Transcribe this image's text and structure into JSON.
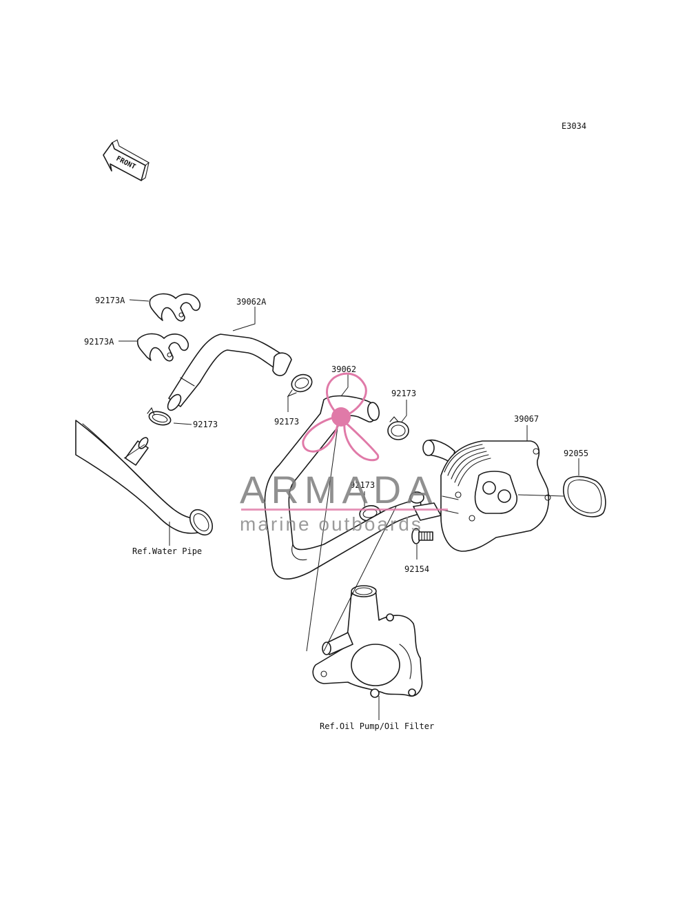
{
  "diagram_code": "E3034",
  "front_label": "FRONT",
  "watermark": {
    "brand": "ARMADA",
    "tagline": "marine outboards",
    "logo_color": "#e07aa8"
  },
  "labels": {
    "p92173A_top": "92173A",
    "p92173A_bottom": "92173A",
    "p39062A": "39062A",
    "p92173_left": "92173",
    "p39062": "39062",
    "p92173_mid": "92173",
    "p92173_right": "92173",
    "p39067": "39067",
    "p92055": "92055",
    "p92173_lower": "92173",
    "p92154": "92154",
    "ref_water_pipe": "Ref.Water Pipe",
    "ref_oil_pump": "Ref.Oil Pump/Oil Filter"
  }
}
